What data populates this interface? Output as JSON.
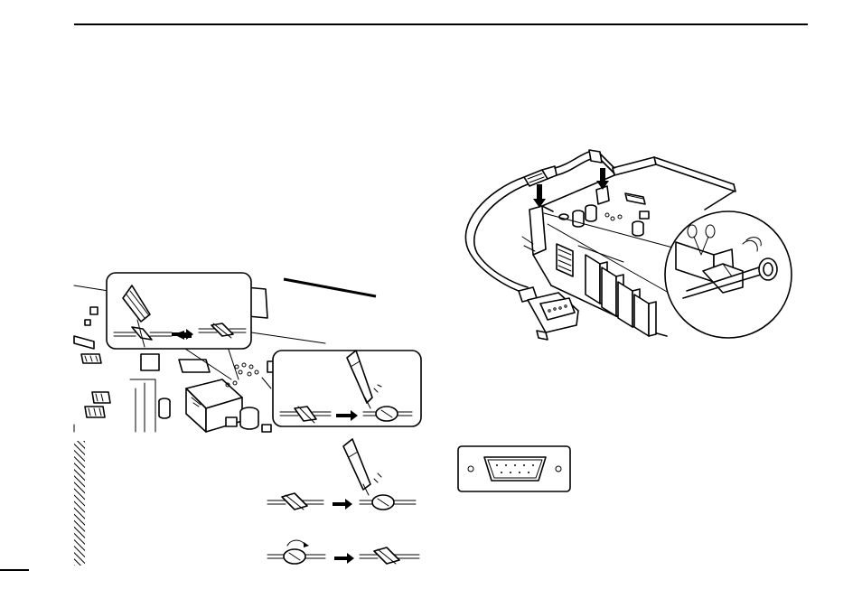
{
  "page": {
    "background": "#ffffff",
    "ink": "#000000"
  },
  "illustrations": {
    "pcb_wire_cut_solder": "pcb-illustration",
    "cable_connection": "cable-illustration",
    "db9_connector": "connector-illustration",
    "solder_steps": "solder-steps-illustration"
  }
}
